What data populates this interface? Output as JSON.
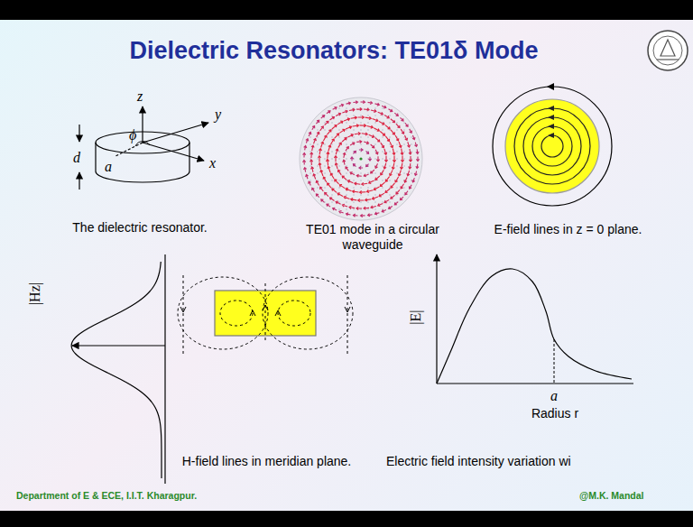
{
  "diagram": {
    "title": "Dielectric Resonators: TE01δ Mode",
    "labels": [
      "z",
      "y",
      "ϕ",
      "d",
      "a",
      "x",
      "The dielectric resonator.",
      "TE01 mode in a circular waveguide",
      "E-field lines in z = 0 plane.",
      "|Hz|",
      "H-field lines in meridian plane.",
      "|E|",
      "a",
      "Radius r",
      "Electric field intensity variation wi",
      "Department of E & ECE, I.I.T. Kharagpur.",
      "@M.K. Mandal"
    ]
  }
}
